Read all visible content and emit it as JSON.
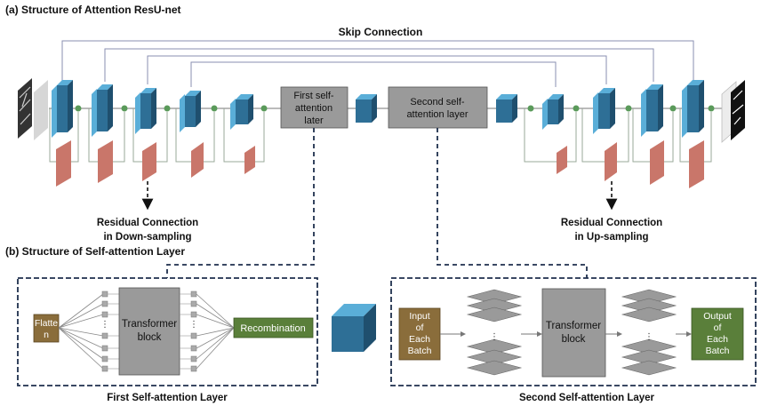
{
  "section_a": {
    "label": "(a)  Structure of Attention ResU-net",
    "skip_connection": "Skip Connection",
    "first_block": [
      "First self-",
      "attention",
      "later"
    ],
    "second_block": [
      "Second self-",
      "attention layer"
    ],
    "residual_down": [
      "Residual Connection",
      "in Down-sampling"
    ],
    "residual_up": [
      "Residual Connection",
      "in Up-sampling"
    ]
  },
  "section_b": {
    "label": "(b)  Structure of Self-attention Layer",
    "first_layer": {
      "flatten": [
        "Flatte",
        "n"
      ],
      "transformer": [
        "Transformer",
        "block"
      ],
      "recombination": "Recombination",
      "caption": "First Self-attention Layer"
    },
    "second_layer": {
      "input": [
        "Input",
        "of",
        "Each",
        "Batch"
      ],
      "transformer": [
        "Transformer",
        "block"
      ],
      "output": [
        "Output",
        "of",
        "Each",
        "Batch"
      ],
      "caption": "Second Self-attention Layer"
    }
  },
  "colors": {
    "blue_front": "#2e6f96",
    "blue_top": "#5aaed8",
    "blue_side": "#1f4f6e",
    "salmon": "#c9766a",
    "node_green": "#5a9a5a",
    "gray_block": "#9a9a9a",
    "olive": "#8a6d3b",
    "green_box": "#5a7f3a",
    "dash_navy": "#1e2f4d"
  }
}
